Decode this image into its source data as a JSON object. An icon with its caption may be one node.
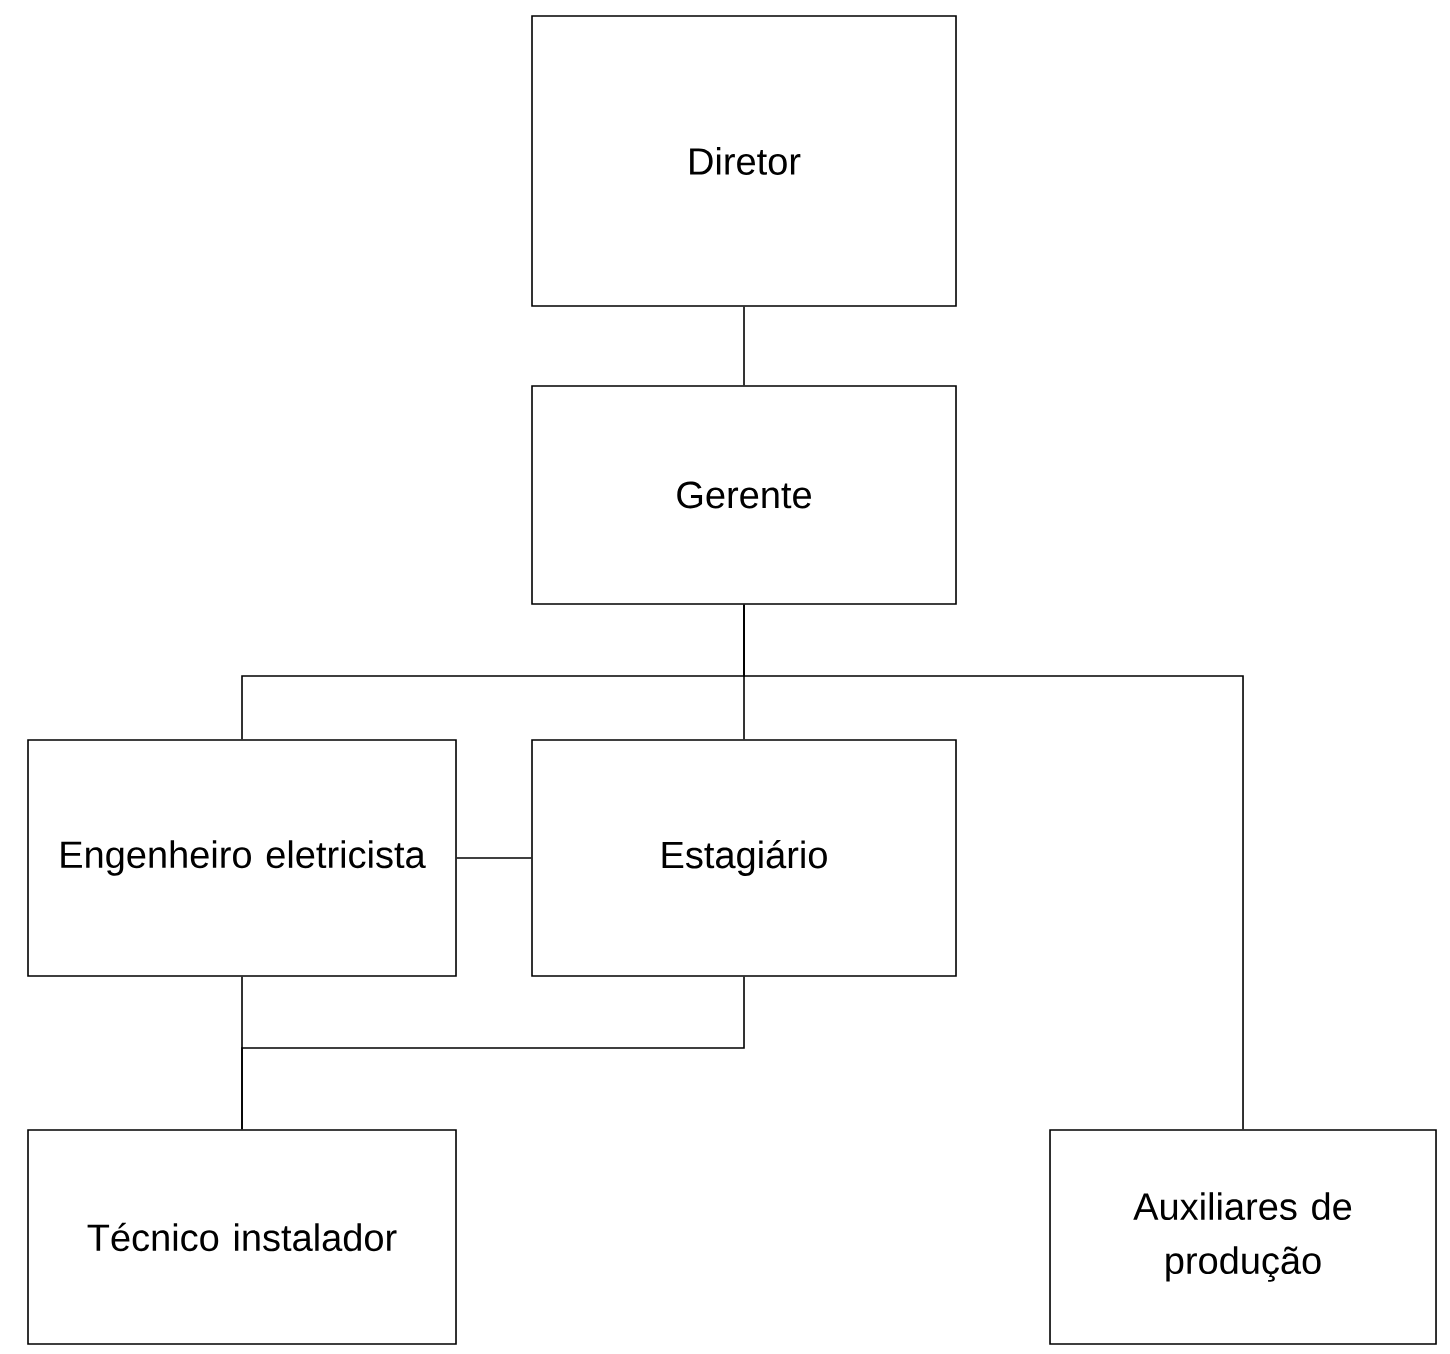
{
  "diagram": {
    "nodes": [
      {
        "text": [
          "Diretor"
        ]
      },
      {
        "text": [
          "Gerente"
        ]
      },
      {
        "text": [
          "Engenheiro eletricista"
        ]
      },
      {
        "text": [
          "Estagiário"
        ]
      },
      {
        "text": [
          "Técnico instalador"
        ]
      },
      {
        "text": [
          "Auxiliares de produção"
        ]
      }
    ],
    "edges": [
      {
        "from": 0,
        "to": 1,
        "arrow": "none"
      },
      {
        "from": 1,
        "to": 2,
        "arrow": "none"
      },
      {
        "from": 1,
        "to": 3,
        "arrow": "none"
      },
      {
        "from": 1,
        "to": 5,
        "arrow": "none"
      },
      {
        "from": 2,
        "to": 3,
        "arrow": "none"
      },
      {
        "from": 2,
        "to": 4,
        "arrow": "none"
      },
      {
        "from": 3,
        "to": 4,
        "arrow": "none"
      }
    ]
  }
}
